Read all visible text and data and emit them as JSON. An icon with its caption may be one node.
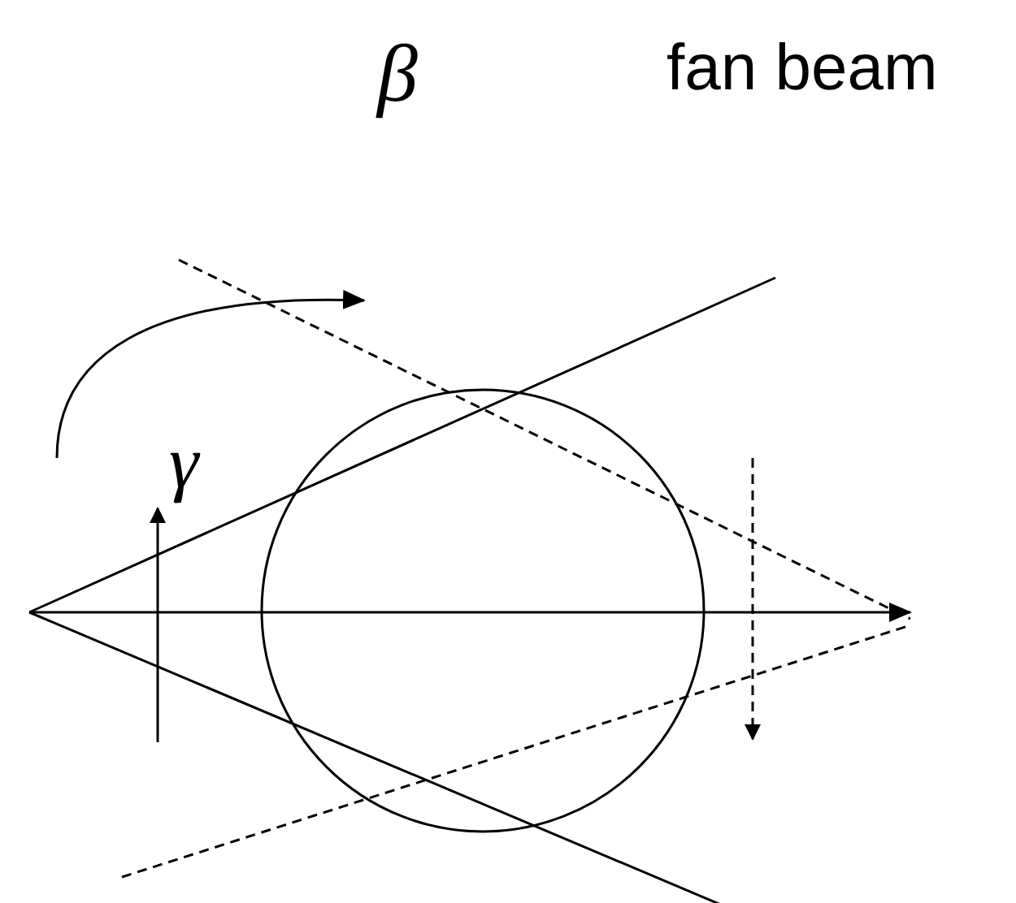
{
  "diagram": {
    "labels": [
      "β",
      "fan beam",
      "γ"
    ]
  }
}
